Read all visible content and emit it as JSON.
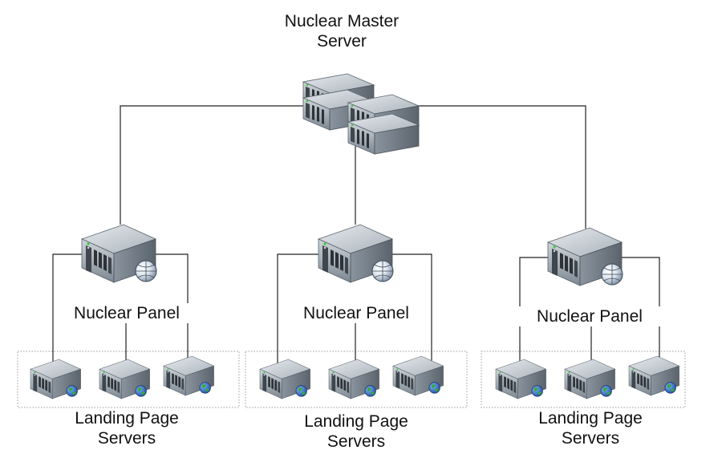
{
  "master": {
    "label_line1": "Nuclear Master",
    "label_line2": "Server",
    "icon": "server-rack-icon"
  },
  "groups": [
    {
      "panel_label": "Nuclear Panel",
      "landing_line1": "Landing Page",
      "landing_line2": "Servers",
      "panel_icon": "web-server-icon",
      "landing_icon": "web-server-icon"
    },
    {
      "panel_label": "Nuclear Panel",
      "landing_line1": "Landing Page",
      "landing_line2": "Servers",
      "panel_icon": "web-server-icon",
      "landing_icon": "web-server-icon"
    },
    {
      "panel_label": "Nuclear Panel",
      "landing_line1": "Landing Page",
      "landing_line2": "Servers",
      "panel_icon": "web-server-icon",
      "landing_icon": "web-server-icon"
    }
  ],
  "colors": {
    "connector": "#222222",
    "server_body": "#8e99a3",
    "globe": "#2f6fc4",
    "globe_green": "#3aa93a",
    "group_border": "#9a9a9a"
  }
}
